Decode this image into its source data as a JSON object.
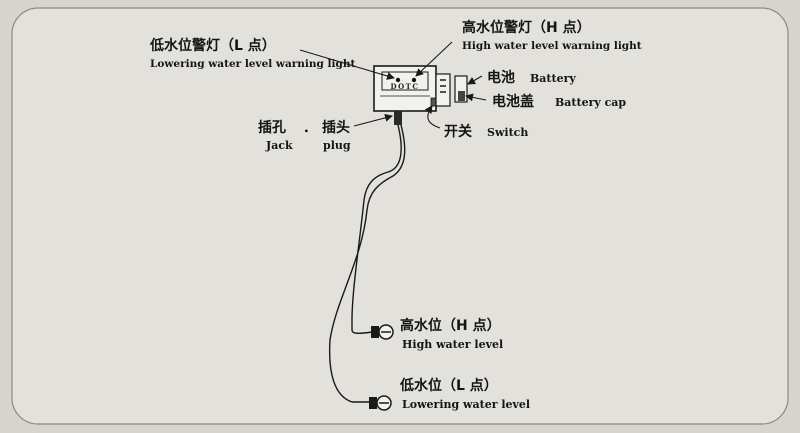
{
  "labels": {
    "low_light": {
      "cn": "低水位警灯（L 点）",
      "en": "Lowering water level warning light"
    },
    "high_light": {
      "cn": "高水位警灯（H 点）",
      "en": "High water level warning light"
    },
    "battery": {
      "cn": "电池",
      "en": "Battery"
    },
    "battery_cap": {
      "cn": "电池盖",
      "en": "Battery cap"
    },
    "jack": {
      "cn": "插孔",
      "en": "Jack"
    },
    "plug": {
      "cn": "插头",
      "en": "plug"
    },
    "sep": "．",
    "switch": {
      "cn": "开关",
      "en": "Switch"
    },
    "high_level": {
      "cn": "高水位（H 点）",
      "en": "High water level"
    },
    "low_level": {
      "cn": "低水位（L 点）",
      "en": "Lowering water level"
    }
  },
  "device": {
    "brand": "DOTC"
  },
  "colors": {
    "background": "#d6d4cf",
    "panel": "#e3e1dc",
    "ink": "#141414"
  }
}
